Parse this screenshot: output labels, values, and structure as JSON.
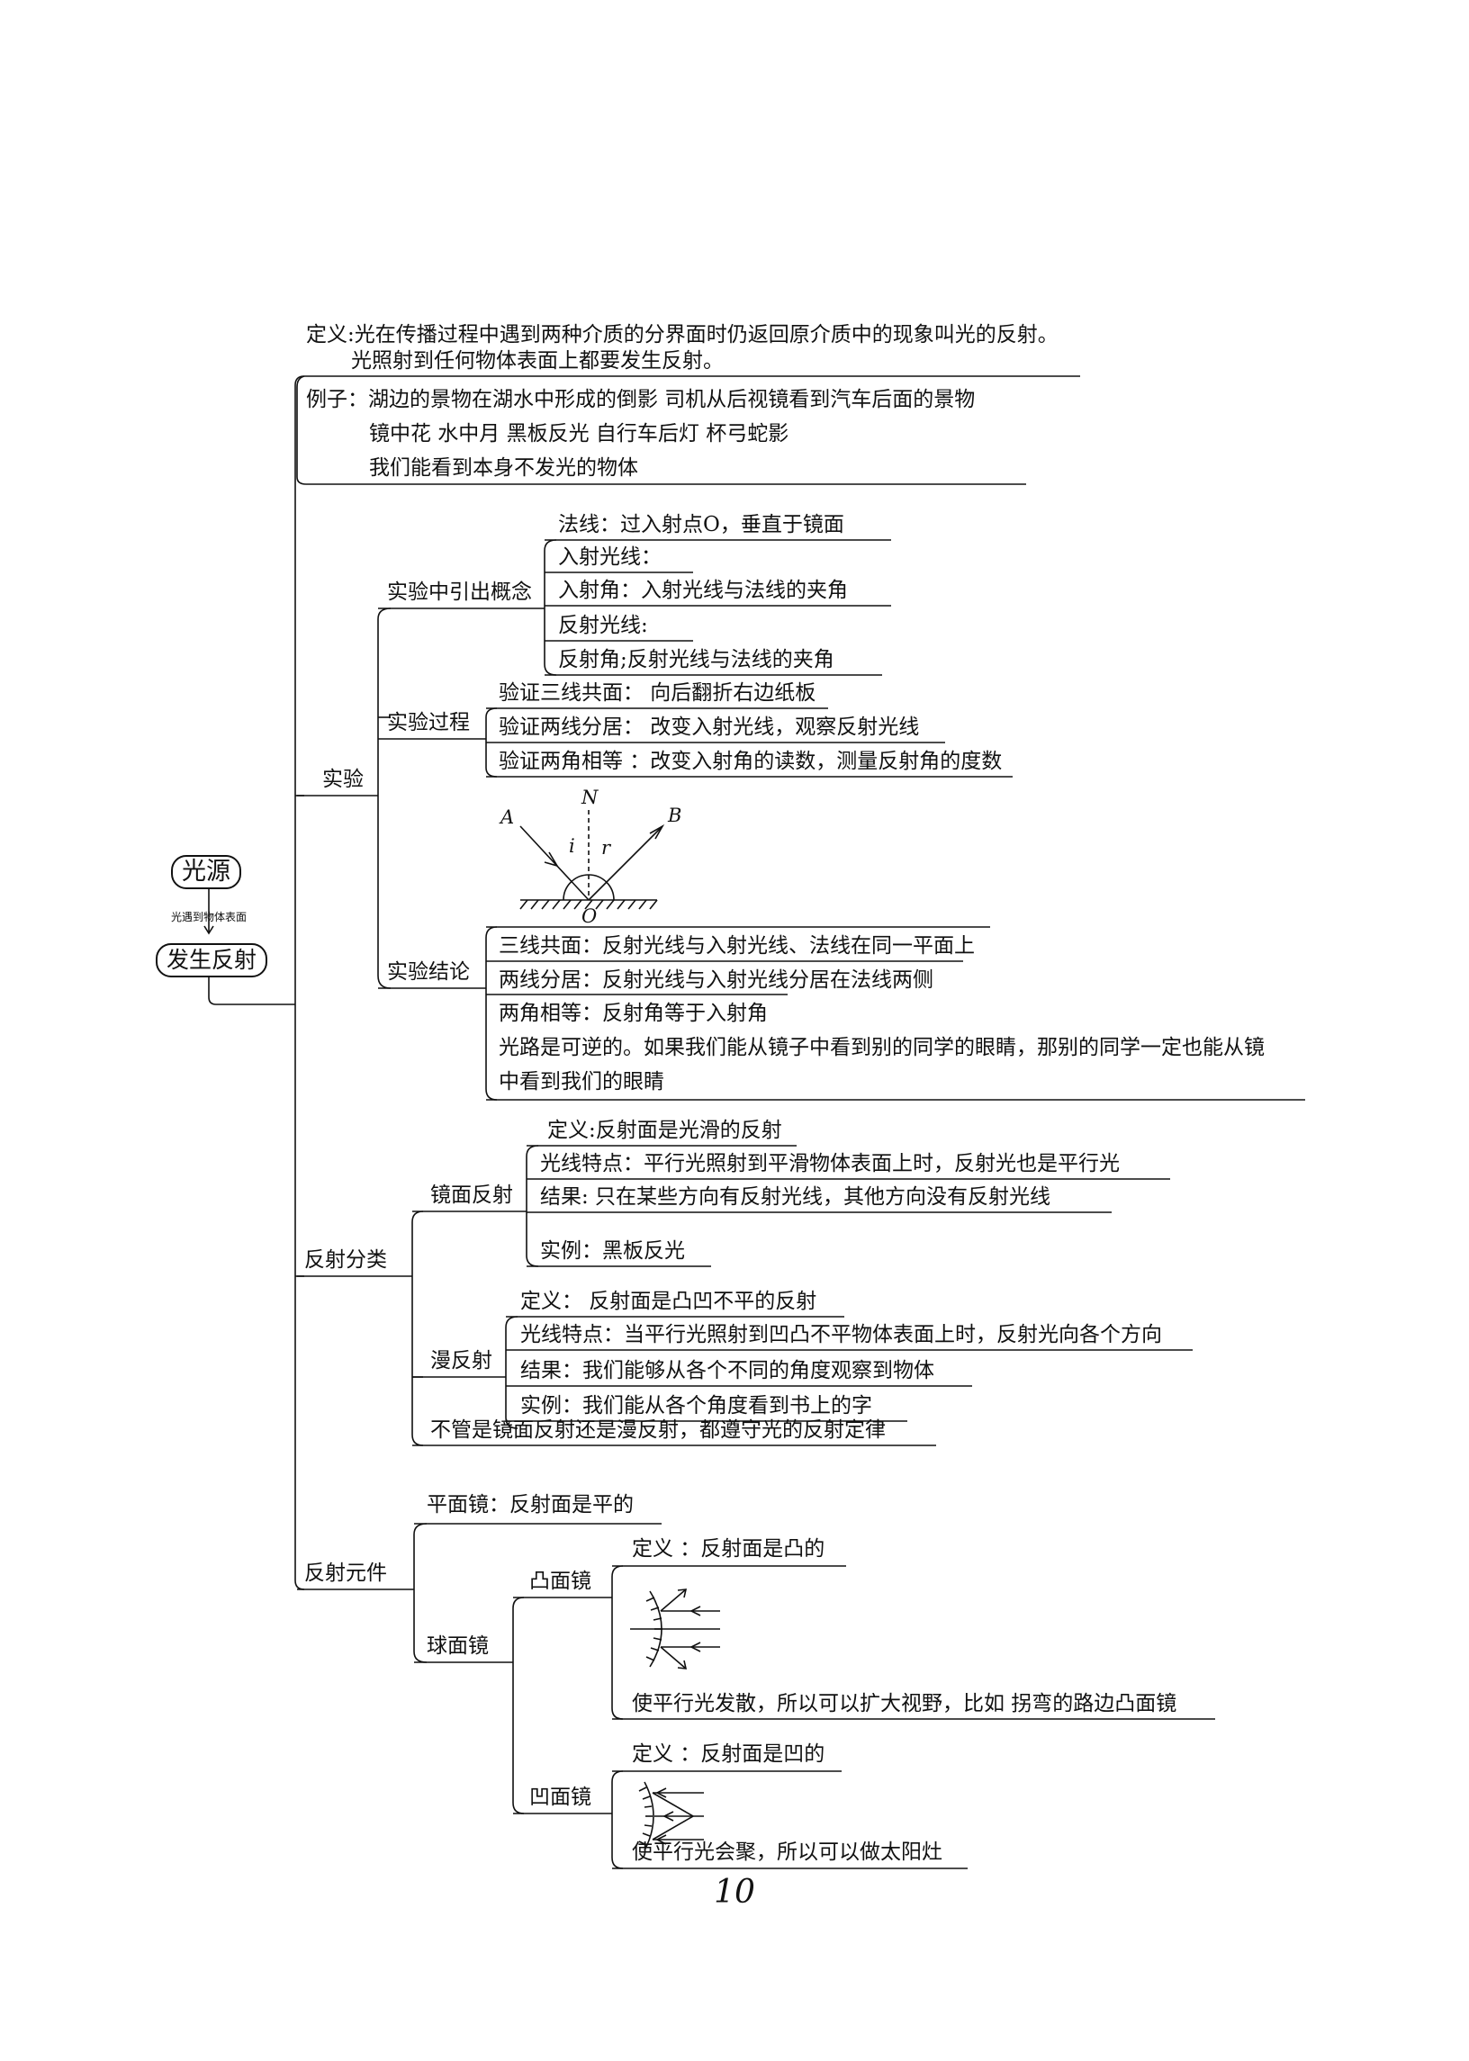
{
  "root": {
    "source": "光源",
    "connector": "光遇到物体表面",
    "main": "发生反射"
  },
  "definition": {
    "line1": "定义:光在传播过程中遇到两种介质的分界面时仍返回原介质中的现象叫光的反射。",
    "line2": "光照射到任何物体表面上都要发生反射。"
  },
  "examples": {
    "line1": "例子：湖边的景物在湖水中形成的倒影      司机从后视镜看到汽车后面的景物",
    "line2": "镜中花  水中月  黑板反光   自行车后灯    杯弓蛇影",
    "line3": "我们能看到本身不发光的物体"
  },
  "experiment": {
    "label": "实验",
    "concepts": {
      "label": "实验中引出概念",
      "items": [
        "法线：过入射点O，垂直于镜面",
        "入射光线：",
        "入射角：入射光线与法线的夹角",
        "反射光线:",
        "反射角;反射光线与法线的夹角"
      ]
    },
    "process": {
      "label": "实验过程",
      "items": [
        "验证三线共面：  向后翻折右边纸板",
        "验证两线分居：  改变入射光线，观察反射光线",
        "验证两角相等 ：改变入射角的读数，测量反射角的度数"
      ]
    },
    "figure": {
      "A": "A",
      "N": "N",
      "B": "B",
      "i": "i",
      "r": "r",
      "O": "O"
    },
    "conclusion": {
      "label": "实验结论",
      "items": [
        "三线共面：反射光线与入射光线、法线在同一平面上",
        "两线分居：反射光线与入射光线分居在法线两侧",
        "两角相等：反射角等于入射角",
        "光路是可逆的。如果我们能从镜子中看到别的同学的眼睛，那别的同学一定也能从镜",
        "中看到我们的眼睛"
      ]
    }
  },
  "classification": {
    "label": "反射分类",
    "specular": {
      "label": "镜面反射",
      "items": [
        "定义:反射面是光滑的反射",
        "光线特点：平行光照射到平滑物体表面上时，反射光也是平行光",
        "结果: 只在某些方向有反射光线，其他方向没有反射光线",
        "实例：黑板反光"
      ]
    },
    "diffuse": {
      "label": "漫反射",
      "items": [
        "定义：  反射面是凸凹不平的反射",
        "光线特点：当平行光照射到凹凸不平物体表面上时，反射光向各个方向",
        "结果：我们能够从各个不同的角度观察到物体",
        "实例：我们能从各个角度看到书上的字"
      ]
    },
    "note": "不管是镜面反射还是漫反射，都遵守光的反射定律"
  },
  "elements": {
    "label": "反射元件",
    "plane": "平面镜：反射面是平的",
    "spherical": {
      "label": "球面镜",
      "convex": {
        "label": "凸面镜",
        "definition": "定义 ：反射面是凸的",
        "use": "使平行光发散，所以可以扩大视野，比如 拐弯的路边凸面镜"
      },
      "concave": {
        "label": "凹面镜",
        "definition": "定义 ：反射面是凹的",
        "use": "使平行光会聚，所以可以做太阳灶"
      }
    }
  },
  "page_number": "10"
}
